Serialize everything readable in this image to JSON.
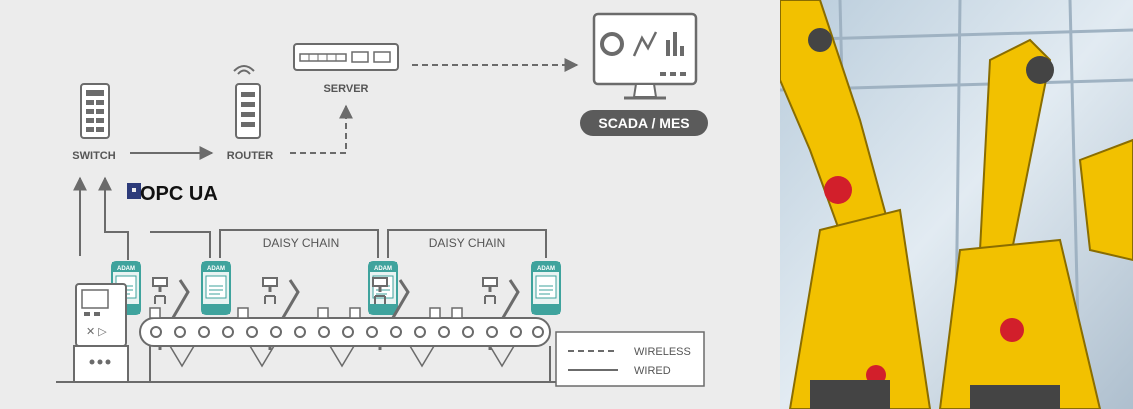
{
  "nodes": {
    "switch": "SWITCH",
    "router": "ROUTER",
    "server": "SERVER",
    "scada": "SCADA / MES"
  },
  "protocol": {
    "logo": "OPC UA"
  },
  "chain": {
    "label_1": "DAISY CHAIN",
    "label_2": "DAISY CHAIN",
    "module_brand": "ADAM"
  },
  "legend": {
    "wireless": "WIRELESS",
    "wired": "WIRED"
  },
  "colors": {
    "background": "#ececec",
    "line": "#6b6b6b",
    "module_teal": "#3fa39d",
    "scada_badge": "#5b5b5b",
    "robot_yellow": "#f2c100"
  },
  "icons": [
    "switch-icon",
    "router-icon",
    "server-icon",
    "monitor-icon",
    "control-panel-icon",
    "robot-arm-icon",
    "conveyor-icon",
    "adam-module-icon"
  ]
}
